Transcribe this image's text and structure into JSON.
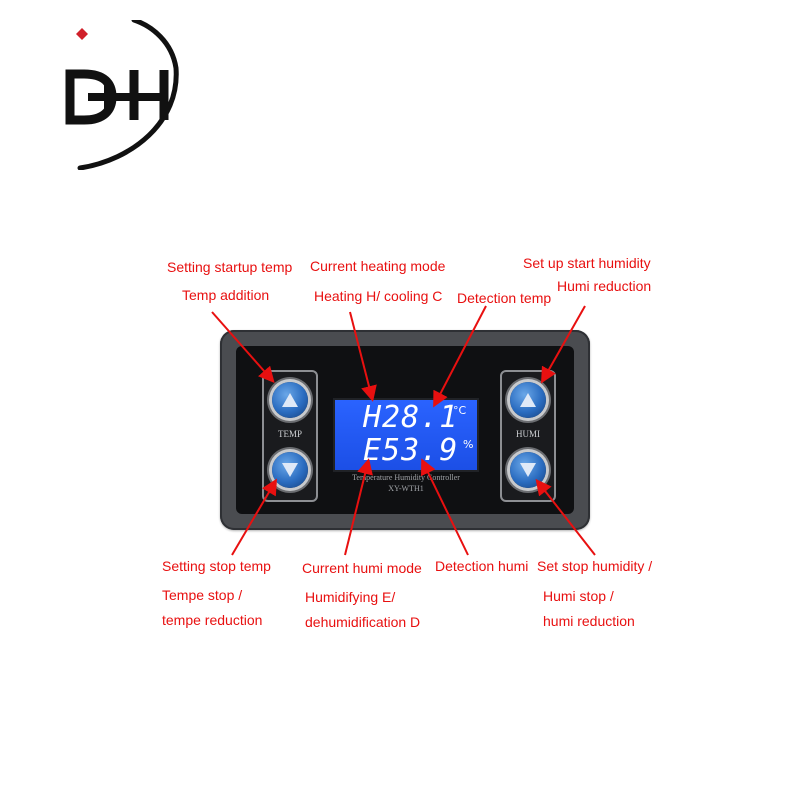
{
  "logo": {
    "text": "DH"
  },
  "labels": {
    "setting_startup_temp": "Setting startup temp",
    "temp_addition": "Temp addition",
    "current_heating_mode": "Current heating mode",
    "heating_cooling": "Heating H/ cooling C",
    "detection_temp": "Detection temp",
    "set_up_start_humidity": "Set up start humidity",
    "humi_reduction_top": "Humi reduction",
    "setting_stop_temp": "Setting stop temp",
    "tempe_stop": "Tempe stop /",
    "tempe_reduction": "tempe reduction",
    "current_humi_mode": "Current humi mode",
    "humidifying": "Humidifying E/",
    "dehumidification": "dehumidification D",
    "detection_humi": "Detection humi",
    "set_stop_humidity": "Set stop humidity /",
    "humi_stop": "Humi stop /",
    "humi_reduction_bottom": "humi reduction"
  },
  "device": {
    "temp_button_label": "TEMP",
    "humi_button_label": "HUMI",
    "lcd_line1": "H28.1",
    "lcd_unit1": "°C",
    "lcd_line2": "E53.9",
    "lcd_unit2": "%",
    "caption_line1": "Temperature Humidity Controller",
    "caption_line2": "XY-WTH1"
  },
  "colors": {
    "annotation": "#e81010",
    "lcd_background": "#1c4fe6",
    "button_blue": "#2a6cc0",
    "device_body": "#4a4c50"
  },
  "icons": [
    "up-arrow-icon",
    "down-arrow-icon"
  ]
}
